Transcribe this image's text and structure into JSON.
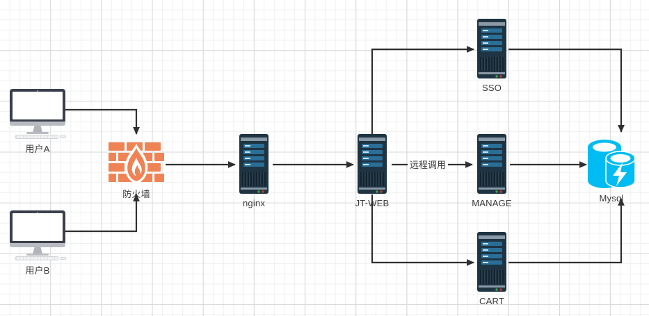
{
  "diagram": {
    "title": "System Architecture Diagram",
    "background": "grid",
    "line_color": "#2f2f2f",
    "colors": {
      "firewall_brick": "#ef8354",
      "server_case": "#1e3442",
      "server_bay": "#2a6f97",
      "mysql_cyan": "#00bcf2",
      "label_text": "#3a3a3a",
      "grid_minor": "#efefef",
      "grid_major": "#d9d9d9"
    }
  },
  "nodes": {
    "user_a": {
      "label": "用户A",
      "icon": "desktop-monitor-icon"
    },
    "user_b": {
      "label": "用户B",
      "icon": "desktop-monitor-icon"
    },
    "firewall": {
      "label": "防火墙",
      "icon": "firewall-brick-flame-icon"
    },
    "nginx": {
      "label": "nginx",
      "icon": "server-tower-icon"
    },
    "jtweb": {
      "label": "JT-WEB",
      "icon": "server-tower-icon"
    },
    "sso": {
      "label": "SSO",
      "icon": "server-tower-icon"
    },
    "manage": {
      "label": "MANAGE",
      "icon": "server-tower-icon"
    },
    "cart": {
      "label": "CART",
      "icon": "server-tower-icon"
    },
    "mysql": {
      "label": "Mysql",
      "icon": "database-cylinder-icon"
    }
  },
  "edges": {
    "remote_call": {
      "label": "远程调用",
      "from": "JT-WEB",
      "to": "MANAGE"
    },
    "list": [
      {
        "from": "用户A",
        "to": "防火墙",
        "label": ""
      },
      {
        "from": "用户B",
        "to": "防火墙",
        "label": ""
      },
      {
        "from": "防火墙",
        "to": "nginx",
        "label": ""
      },
      {
        "from": "nginx",
        "to": "JT-WEB",
        "label": ""
      },
      {
        "from": "JT-WEB",
        "to": "SSO",
        "label": ""
      },
      {
        "from": "JT-WEB",
        "to": "MANAGE",
        "label": "远程调用"
      },
      {
        "from": "JT-WEB",
        "to": "CART",
        "label": ""
      },
      {
        "from": "SSO",
        "to": "Mysql",
        "label": ""
      },
      {
        "from": "MANAGE",
        "to": "Mysql",
        "label": ""
      },
      {
        "from": "CART",
        "to": "Mysql",
        "label": ""
      }
    ]
  }
}
